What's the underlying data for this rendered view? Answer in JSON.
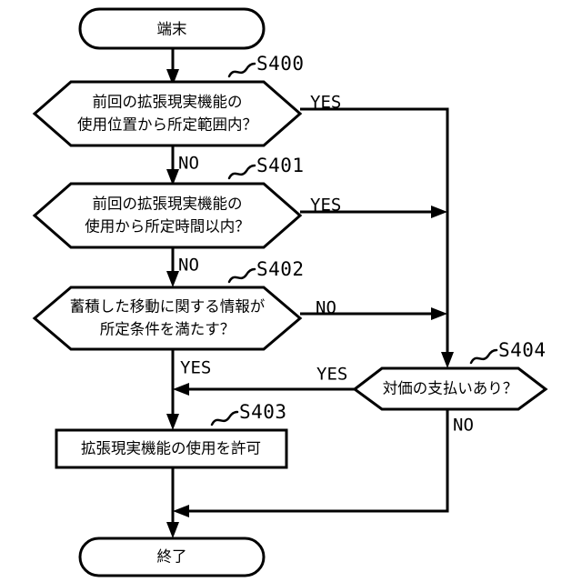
{
  "diagram": {
    "title": "",
    "background_color": "#ffffff",
    "line_color": "#000000",
    "fill_color": "#ffffff"
  },
  "nodes": {
    "start": {
      "id": "start",
      "shape": "terminal",
      "text": "端末"
    },
    "s400": {
      "id": "S400",
      "shape": "decision",
      "label": "S400",
      "line1": "前回の拡張現実機能の",
      "line2": "使用位置から所定範囲内？"
    },
    "s401": {
      "id": "S401",
      "shape": "decision",
      "label": "S401",
      "line1": "前回の拡張現実機能の",
      "line2": "使用から所定時間以内？"
    },
    "s402": {
      "id": "S402",
      "shape": "decision",
      "label": "S402",
      "line1": "蓄積した移動に関する情報が",
      "line2": "所定条件を満たす？"
    },
    "s404": {
      "id": "S404",
      "shape": "decision",
      "label": "S404",
      "line1": "対価の支払いあり？"
    },
    "s403": {
      "id": "S403",
      "shape": "process",
      "label": "S403",
      "text": "拡張現実機能の使用を許可"
    },
    "end": {
      "id": "end",
      "shape": "terminal",
      "text": "終了"
    }
  },
  "edges": {
    "s400_yes": "YES",
    "s400_no": "NO",
    "s401_yes": "YES",
    "s401_no": "NO",
    "s402_no": "NO",
    "s402_yes": "YES",
    "s404_yes": "YES",
    "s404_no": "NO"
  }
}
